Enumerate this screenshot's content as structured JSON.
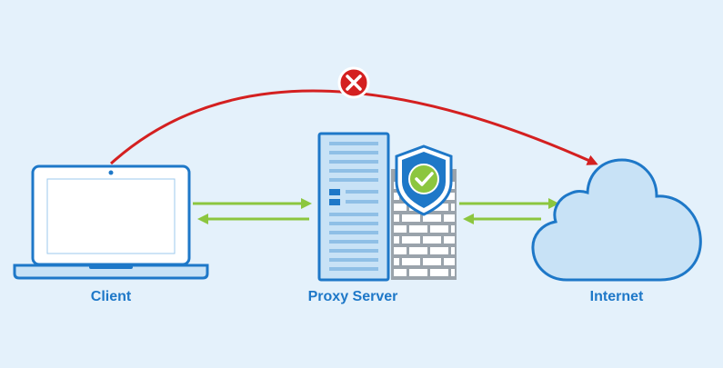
{
  "nodes": {
    "client": {
      "label": "Client"
    },
    "proxy": {
      "label": "Proxy Server"
    },
    "internet": {
      "label": "Internet"
    }
  },
  "connections": [
    {
      "from": "client",
      "to": "internet",
      "direct": true,
      "status": "blocked",
      "color": "#d42020"
    },
    {
      "from": "client",
      "to": "proxy",
      "bidirectional": true,
      "color": "#8cc63f"
    },
    {
      "from": "proxy",
      "to": "internet",
      "bidirectional": true,
      "color": "#8cc63f"
    }
  ],
  "icons": {
    "client": "laptop-icon",
    "proxy": "server-tower-icon",
    "firewall": "brick-wall-icon",
    "shield": "shield-check-icon",
    "internet": "cloud-icon",
    "blocked": "x-circle-icon"
  },
  "colors": {
    "background": "#e4f1fb",
    "outline": "#1e78c8",
    "accent_green": "#8cc63f",
    "blocked_red": "#d42020",
    "cloud_fill": "#c8e2f6"
  }
}
